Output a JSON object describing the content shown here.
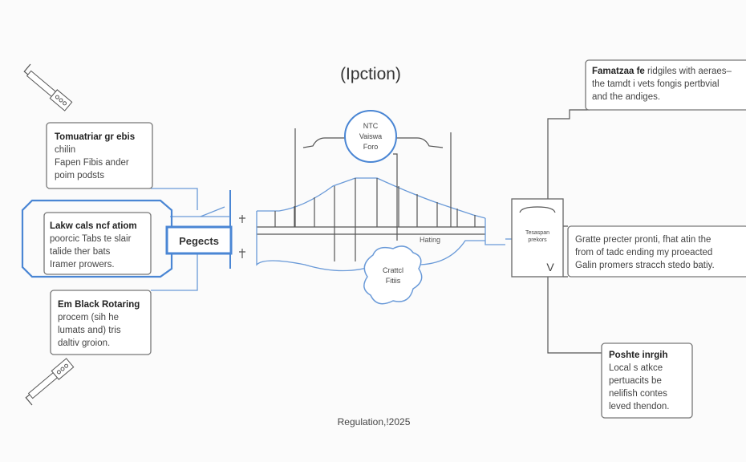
{
  "title": "(Ipction)",
  "footer": "Regulation,!2025",
  "colors": {
    "accent": "#4a86d4",
    "line": "#555555",
    "text": "#333333"
  },
  "icons": [
    "wrench-icon-top",
    "wrench-icon-bottom"
  ],
  "left_boxes": [
    {
      "title": "Tomuatriar gr ebis",
      "lines": [
        "chilin",
        "Fapen Fibis ander",
        "poim podsts"
      ]
    },
    {
      "title": "Lakw cals ncf atiom",
      "lines": [
        "poorcic Tabs te slair",
        "talide ther bats",
        "Iramer prowers."
      ]
    },
    {
      "title": "Em Black Rotaring",
      "lines": [
        "procem (sih he",
        "lumats and) tris",
        "daltiv groion."
      ]
    }
  ],
  "center_box": "Pegects",
  "circle": [
    "NTC",
    "Vaiswa",
    "Foro"
  ],
  "cloud": [
    "Crattcl",
    "Fitiis"
  ],
  "bridge_label": "Hating",
  "right_small_box": {
    "lines": [
      "Tesaspan",
      "prekors"
    ],
    "mark": "V"
  },
  "right_boxes": [
    {
      "title": "Famatzaa fe",
      "lines": [
        "ridgiles with aeraes–",
        "the tamdt i vets fongis pertbvial",
        "and the andiges."
      ]
    },
    {
      "title": "",
      "lines": [
        "Gratte precter pronti, fhat atin the",
        "from of tadc ending my proeacted",
        "Galin promers stracch stedo batiy."
      ]
    },
    {
      "title": "Poshte inrgih",
      "lines": [
        "Local s atkce",
        "pertuacits be",
        "nelifish contes",
        "leved thendon."
      ]
    }
  ]
}
